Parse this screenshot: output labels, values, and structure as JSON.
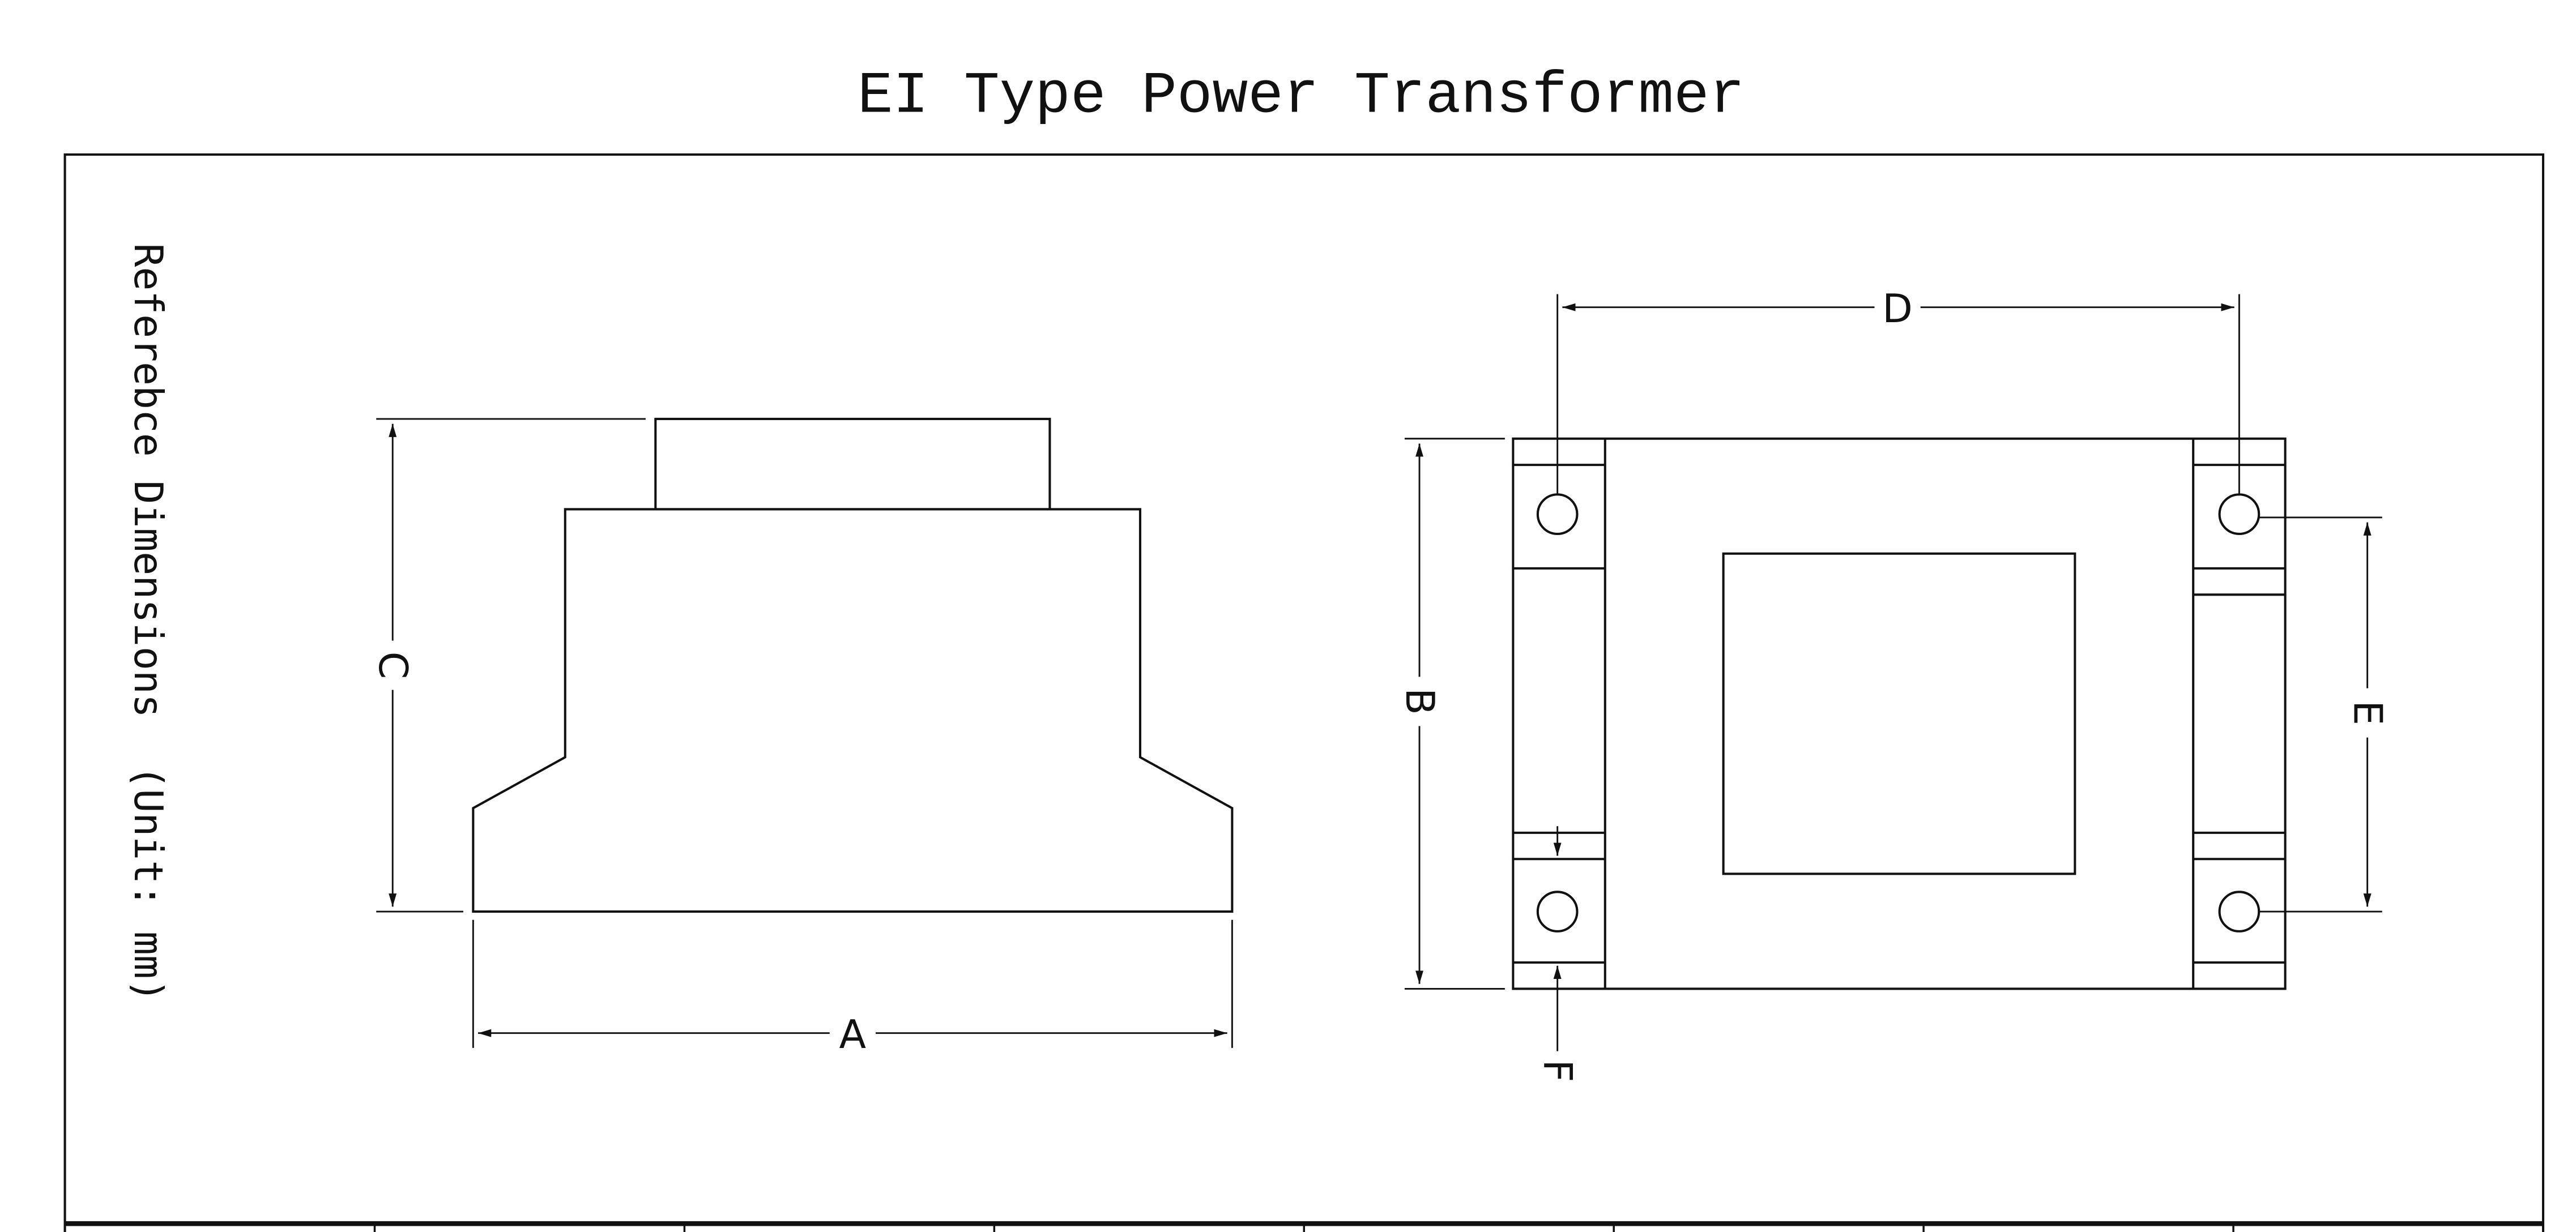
{
  "title": "EI Type Power Transformer",
  "side_label": "Referebce Dimensions  (Unit: mm)",
  "dimensions": {
    "A": "A",
    "B": "B",
    "C": "C",
    "D": "D",
    "E": "E",
    "F": "F"
  },
  "table": {
    "columns": 8
  }
}
